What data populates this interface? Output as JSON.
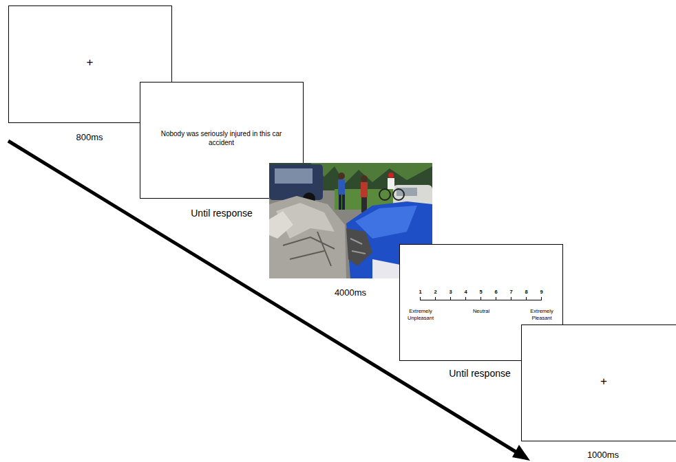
{
  "diagram": {
    "nodes": [
      {
        "text": [
          "+"
        ]
      },
      {
        "text": [
          "Nobody was seriously injured in this car accident"
        ]
      },
      {
        "text": [
          "1",
          "2",
          "3",
          "4",
          "5",
          "6",
          "7",
          "8",
          "9",
          "Extremely Unpleasant",
          "Neutral",
          "Extremely Pleasant"
        ]
      },
      {
        "text": [
          "+"
        ]
      }
    ],
    "labels": [
      "800ms",
      "Until response",
      "4000ms",
      "Until response",
      "1000ms"
    ]
  }
}
